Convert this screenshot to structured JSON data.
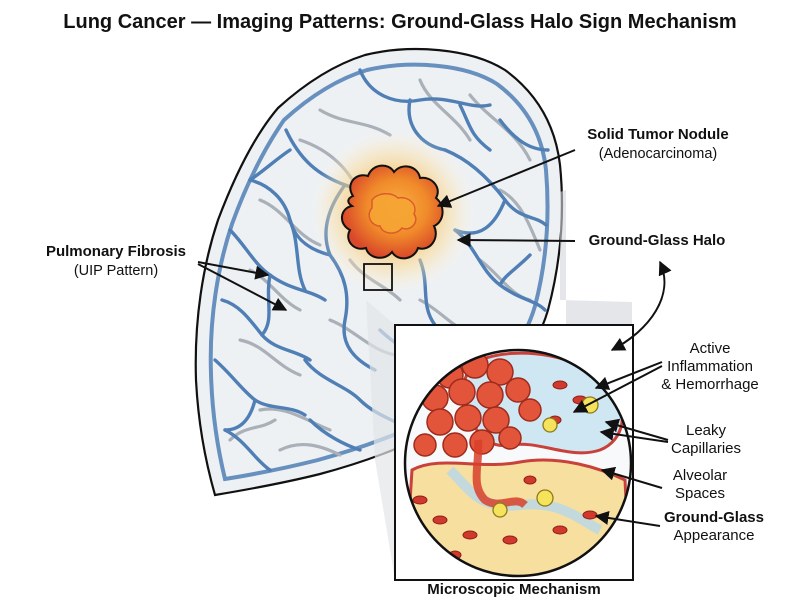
{
  "title": "Lung Cancer — Imaging Patterns: Ground-Glass Halo Sign Mechanism",
  "labels": {
    "tumor_name": "Solid Tumor Nodule",
    "tumor_type": "(Adenocarcinoma)",
    "halo": "Ground-Glass Halo",
    "fibrosis_name": "Pulmonary Fibrosis",
    "fibrosis_type": "(UIP Pattern)",
    "inflammation_line1": "Active",
    "inflammation_line2": "Inflammation",
    "inflammation_line3": "& Hemorrhage",
    "capillaries_line1": "Leaky",
    "capillaries_line2": "Capillaries",
    "alveolar_line1": "Alveolar",
    "alveolar_line2": "Spaces",
    "groundglass_line1": "Ground-Glass",
    "groundglass_line2": "Appearance",
    "micro_caption": "Microscopic Mechanism"
  },
  "colors": {
    "fibrosis_blue": "#4f7fb5",
    "septa_gray": "#a9b0b8",
    "lung_fill": "#eef1f4",
    "halo_orange": "#f6b13a",
    "tumor_red": "#e0532b",
    "tumor_core": "#f39a2c",
    "rbc_red": "#cf3a2c",
    "alveolar_blue": "#cfe6f3",
    "fluid_yellow": "#f7dfa0"
  }
}
